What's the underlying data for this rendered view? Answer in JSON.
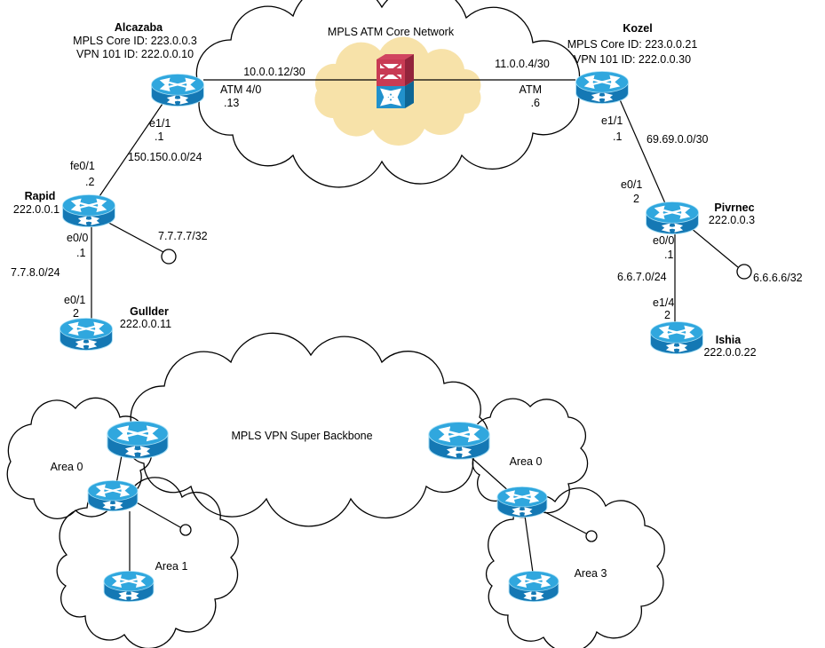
{
  "diagram": {
    "clouds": {
      "atm_core_label": "MPLS ATM Core Network",
      "backbone_label": "MPLS VPN Super Backbone",
      "area0_left_label": "Area 0",
      "area1_label": "Area 1",
      "area0_right_label": "Area 0",
      "area3_label": "Area 3"
    },
    "nodes": {
      "alcazaba": {
        "name": "Alcazaba",
        "core_id": "MPLS Core ID: 223.0.0.3",
        "vpn_id": "VPN 101 ID: 222.0.0.10"
      },
      "kozel": {
        "name": "Kozel",
        "core_id": "MPLS Core ID: 223.0.0.21",
        "vpn_id": "VPN 101 ID: 222.0.0.30"
      },
      "rapid": {
        "name": "Rapid",
        "ip": "222.0.0.1"
      },
      "gullder": {
        "name": "Gullder",
        "ip": "222.0.0.11"
      },
      "pivrnec": {
        "name": "Pivrnec",
        "ip": "222.0.0.3"
      },
      "ishia": {
        "name": "Ishia",
        "ip": "222.0.0.22"
      }
    },
    "links": {
      "alcazaba_atm": {
        "subnet": "10.0.0.12/30",
        "iface": "ATM 4/0",
        "addr": ".13"
      },
      "kozel_atm": {
        "subnet": "11.0.0.4/30",
        "iface": "ATM",
        "addr": ".6"
      },
      "alcazaba_rapid": {
        "iface_a": "e1/1",
        "addr_a": ".1",
        "subnet": "150.150.0.0/24",
        "iface_b": "fe0/1",
        "addr_b": ".2"
      },
      "rapid_loopback": {
        "subnet": "7.7.7.7/32"
      },
      "rapid_gullder": {
        "iface_a": "e0/0",
        "addr_a": ".1",
        "subnet": "7.7.8.0/24",
        "iface_b": "e0/1",
        "addr_b": "2"
      },
      "kozel_pivrnec": {
        "iface_a": "e1/1",
        "addr_a": ".1",
        "subnet": "69.69.0.0/30",
        "iface_b": "e0/1",
        "addr_b": "2"
      },
      "pivrnec_loopback": {
        "subnet": "6.6.6.6/32"
      },
      "pivrnec_ishia": {
        "iface_a": "e0/0",
        "addr_a": ".1",
        "subnet": "6.6.7.0/24",
        "iface_b": "e1/4",
        "addr_b": "2"
      }
    },
    "colors": {
      "router_top": "#30A7DE",
      "router_body": "#1478B4",
      "atm_cloud_fill": "#F7E2A9",
      "switch_red": "#C83B54",
      "switch_blue": "#2191CC",
      "line": "#000000"
    }
  }
}
